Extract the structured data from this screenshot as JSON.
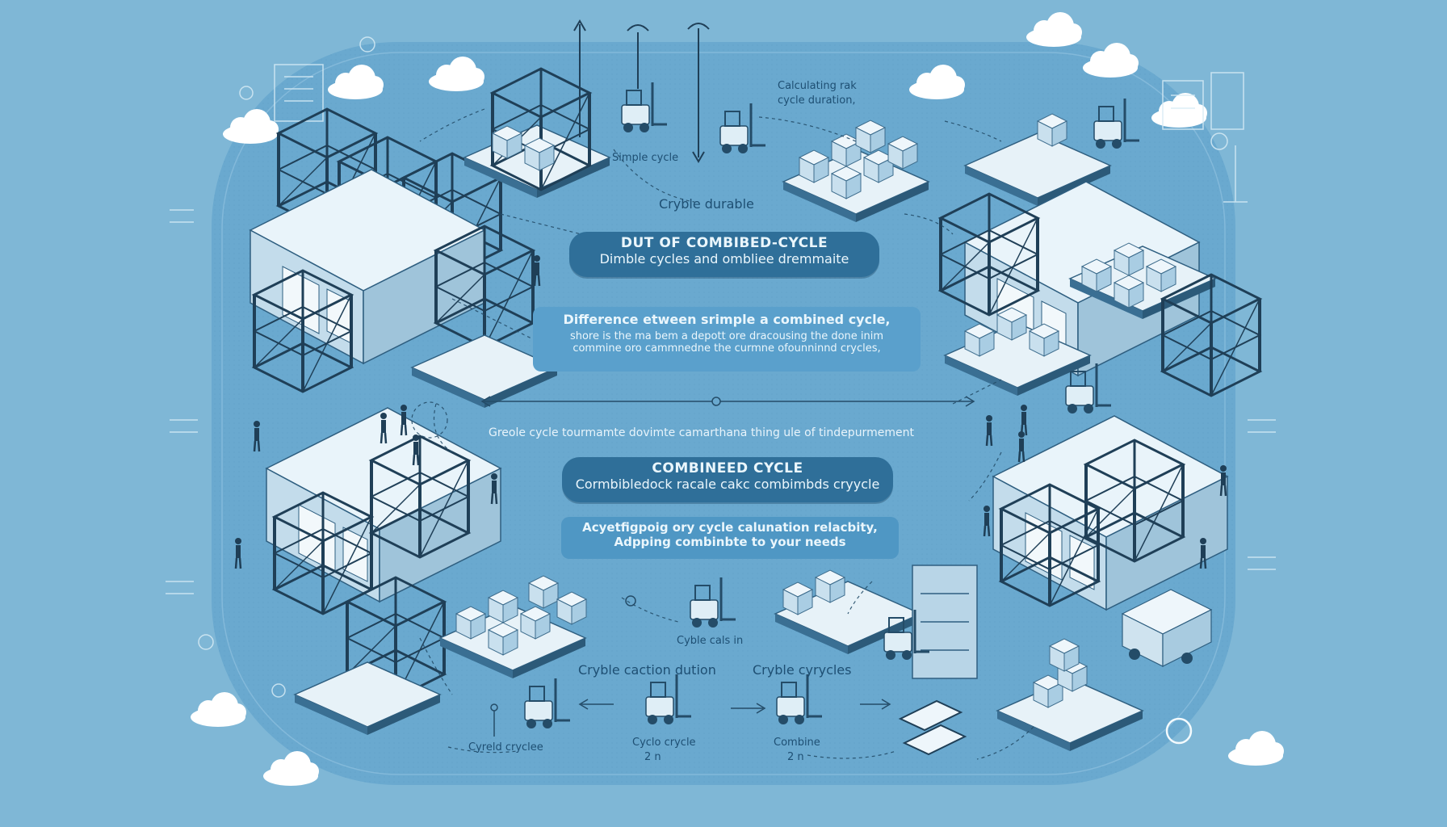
{
  "labels": {
    "top_right": "Calculating rak cycle duration,",
    "simple_cycle": "Simple cycle",
    "cycle_durable": "Cryble durable",
    "middle_note": "Greole cycle tourmamte dovimte camarthana thing ule of tindepurmement",
    "cycle_cal_in": "Cyble cals in",
    "cycle_calculation": "Cryble caction dution",
    "cycle_cycles": "Cryble cyrycles",
    "cycled_cycle": "Cyreld cryclee",
    "cycle_crycle": "Cyclo crycle",
    "combine": "Combine",
    "small_a": "2 n",
    "small_b": "2 n"
  },
  "banners": {
    "top": {
      "title": "DUT OF COMBIBED-CYCLE",
      "subtitle": "Dimble cycles and ombliee dremmaite"
    },
    "bottom": {
      "title": "COMBINEED CYCLE",
      "subtitle": "Cormbibledock racale cakc combimbds cryycle"
    }
  },
  "panels": {
    "difference": {
      "title": "Difference etween srimple a combined cycle,",
      "line1": "shore is the ma bem a depott ore dracousing the done inim",
      "line2": "commine oro cammnedne the curmne ofounninnd crycles,"
    },
    "advantages": {
      "title": "Acyetfigpoig ory cycle calunation relacbity,",
      "line1": "Adpping combinbte to your needs"
    }
  },
  "colors": {
    "background": "#7fb7d6",
    "oval": "#6aa9cf",
    "banner": "#2f6f99",
    "panel": "#4f97c4",
    "text_dark": "#1e4f73"
  }
}
